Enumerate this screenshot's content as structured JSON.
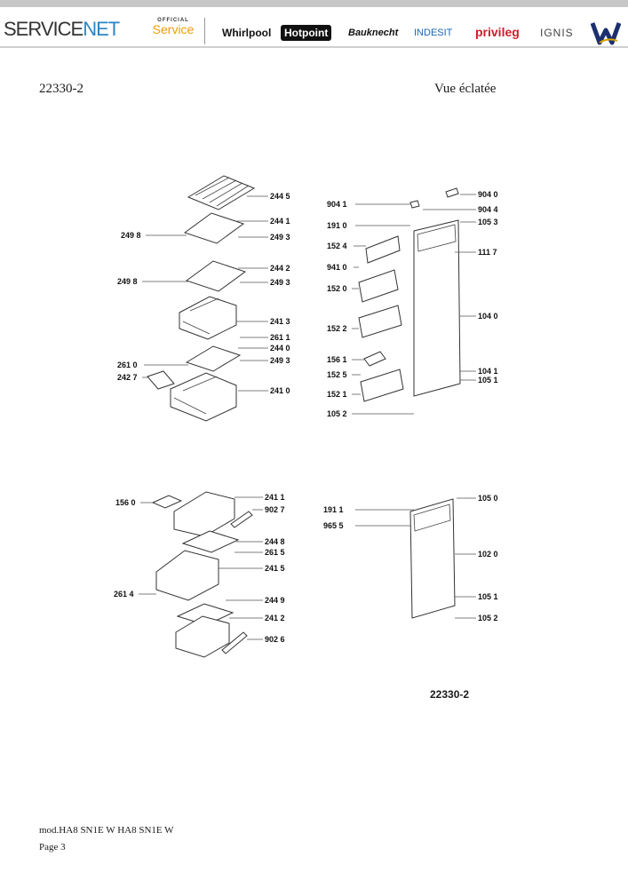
{
  "header": {
    "servicenet": {
      "service": "SERVICE",
      "net": "NET"
    },
    "official_service": {
      "line1": "OFFICIAL",
      "line2": "Service"
    },
    "brands": [
      "Whirlpool",
      "Hotpoint",
      "Bauknecht",
      "INDESIT",
      "privileg",
      "IGNIS"
    ]
  },
  "document": {
    "code": "22330-2",
    "view_title": "Vue éclatée",
    "caption": "22330-2",
    "model": "mod.HA8 SN1E W HA8 SN1E W",
    "page": "Page 3"
  },
  "part_labels": [
    "244 5",
    "244 1",
    "249 8",
    "249 3",
    "244 2",
    "249 8",
    "249 3",
    "241 3",
    "261 1",
    "244 0",
    "261 0",
    "249 3",
    "242 7",
    "241 0",
    "904 0",
    "904 1",
    "904 4",
    "191 0",
    "105 3",
    "152 4",
    "111 7",
    "941 0",
    "152 0",
    "104 0",
    "152 2",
    "156 1",
    "104 1",
    "152 5",
    "105 1",
    "152 1",
    "105 2",
    "241 1",
    "156 0",
    "902 7",
    "244 8",
    "261 5",
    "241 5",
    "261 4",
    "244 9",
    "241 2",
    "902 6",
    "191 1",
    "105 0",
    "965 5",
    "102 0",
    "105 1",
    "105 2"
  ]
}
